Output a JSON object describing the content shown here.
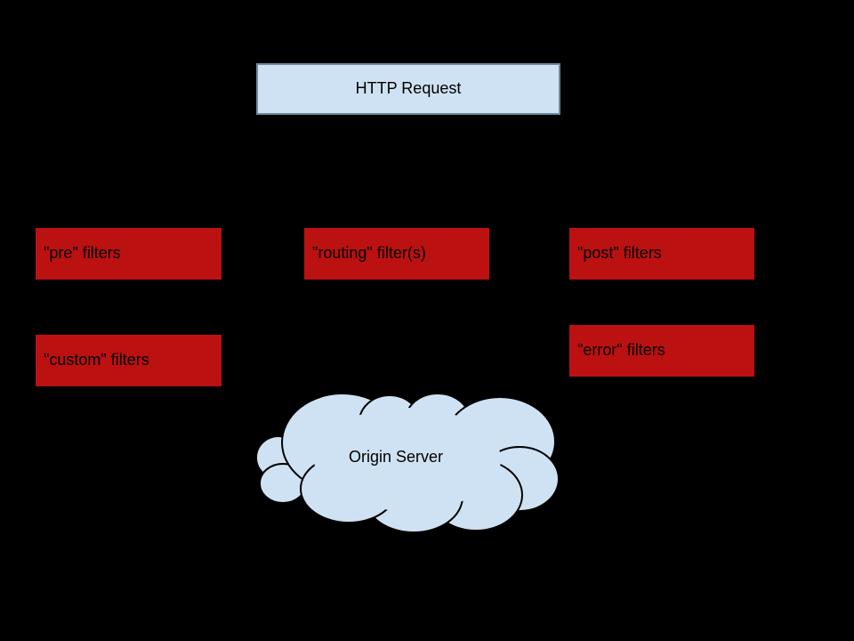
{
  "diagram": {
    "http_request": {
      "label": "HTTP Request"
    },
    "filters": {
      "pre": {
        "label": "\"pre\" filters"
      },
      "routing": {
        "label": "\"routing\" filter(s)"
      },
      "post": {
        "label": "\"post\" filters"
      },
      "custom": {
        "label": "\"custom\" filters"
      },
      "error": {
        "label": "\"error\" filters"
      }
    },
    "origin_server": {
      "label": "Origin Server"
    },
    "colors": {
      "background": "#000000",
      "filter_box_fill": "#bb1111",
      "request_box_fill": "#cfe2f3",
      "request_box_border": "#6f87a0",
      "cloud_fill": "#cfe2f3",
      "cloud_stroke": "#000000",
      "text": "#000000"
    }
  }
}
